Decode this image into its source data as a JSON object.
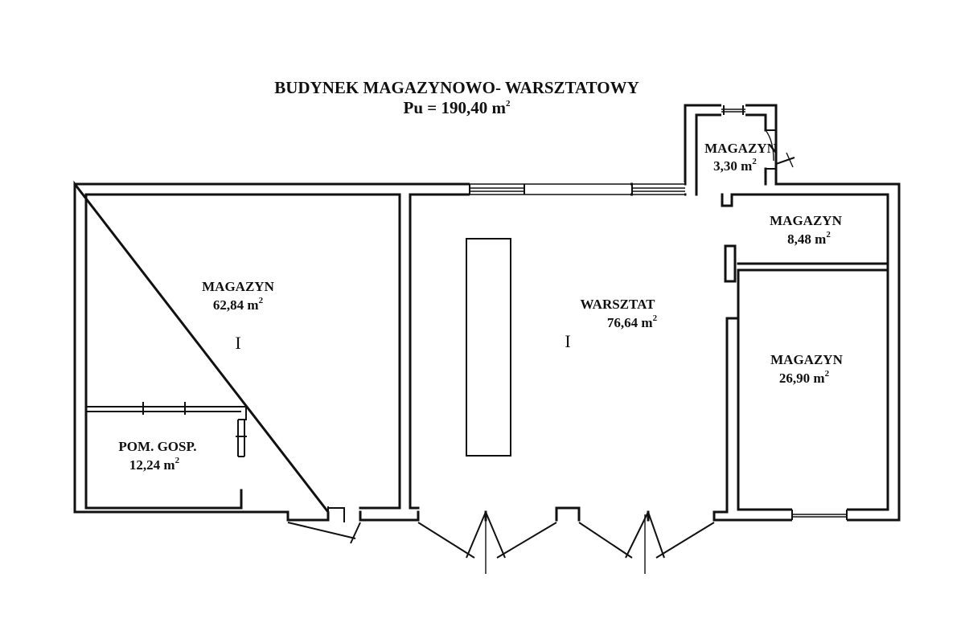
{
  "title": {
    "line1": "BUDYNEK  MAGAZYNOWO- WARSZTATOWY",
    "line2": "Pu = 190,40 m",
    "line2_exp": "2"
  },
  "rooms": [
    {
      "id": "magazyn-small",
      "name": "MAGAZYN",
      "area": "3,30 m",
      "exp": "2"
    },
    {
      "id": "magazyn-848",
      "name": "MAGAZYN",
      "area": "8,48 m",
      "exp": "2"
    },
    {
      "id": "magazyn-6284",
      "name": "MAGAZYN",
      "area": "62,84 m",
      "exp": "2"
    },
    {
      "id": "warsztat",
      "name": "WARSZTAT",
      "area": "76,64 m",
      "exp": "2"
    },
    {
      "id": "magazyn-2690",
      "name": "MAGAZYN",
      "area": "26,90 m",
      "exp": "2"
    },
    {
      "id": "pom-gosp",
      "name": "POM. GOSP.",
      "area": "12,24 m",
      "exp": "2"
    }
  ],
  "markers": {
    "left": "I",
    "center": "I"
  }
}
